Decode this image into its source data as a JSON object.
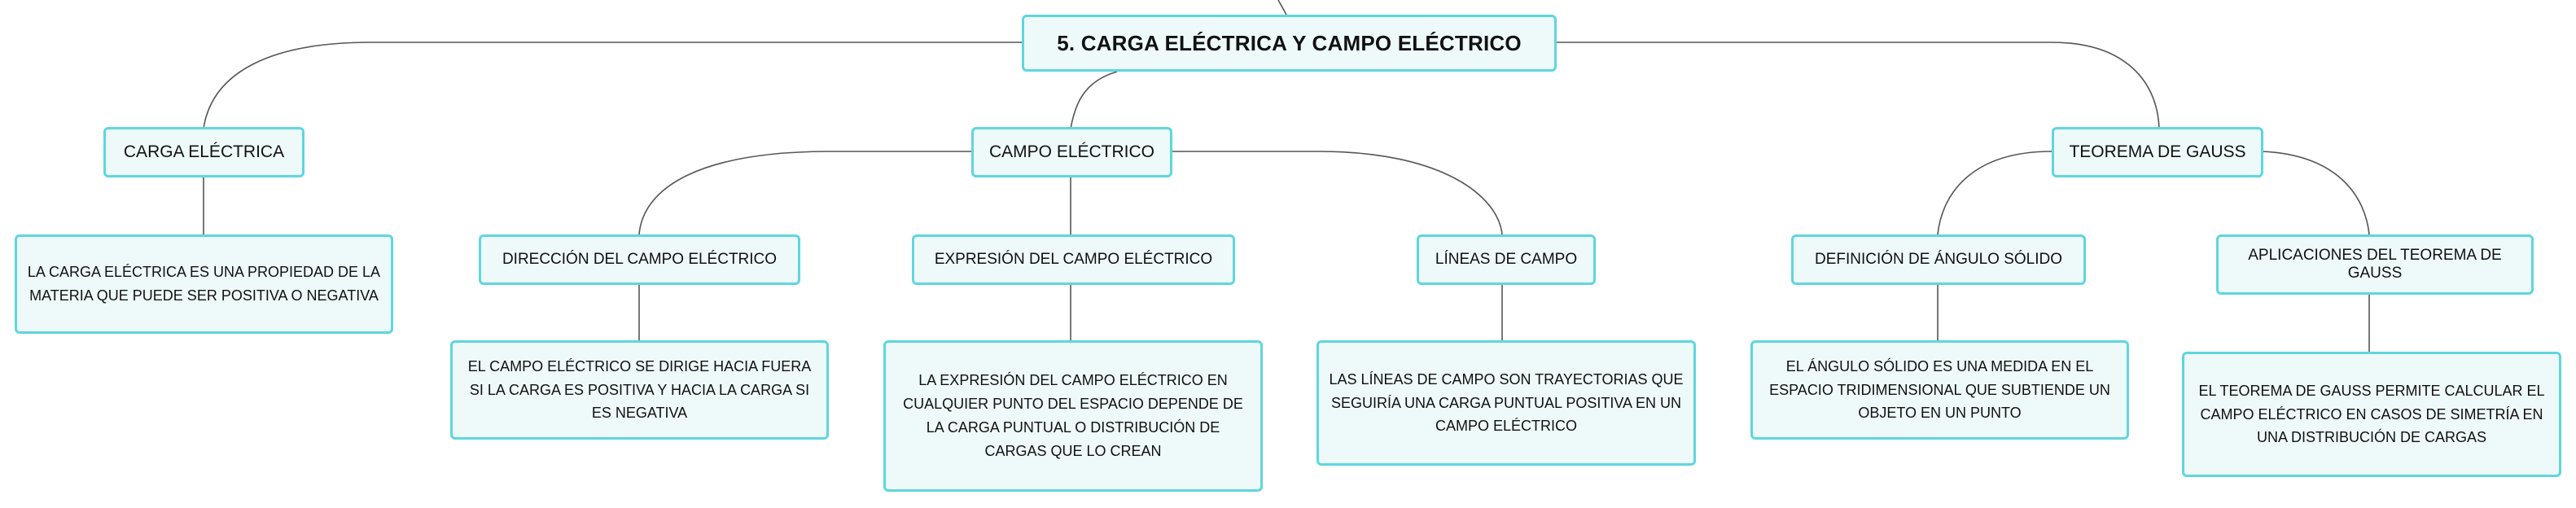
{
  "colors": {
    "node_fill": "#eefaf9",
    "node_border": "#5fd6df",
    "connector": "#555555",
    "text": "#111111"
  },
  "root": {
    "label": "5. CARGA ELÉCTRICA Y CAMPO ELÉCTRICO"
  },
  "branches": {
    "carga": {
      "label": "CARGA ELÉCTRICA",
      "detail": "LA CARGA ELÉCTRICA ES UNA PROPIEDAD DE LA MATERIA QUE PUEDE SER POSITIVA O NEGATIVA"
    },
    "campo": {
      "label": "CAMPO ELÉCTRICO",
      "direccion": {
        "label": "DIRECCIÓN DEL CAMPO ELÉCTRICO",
        "detail": "EL CAMPO ELÉCTRICO SE DIRIGE HACIA FUERA SI LA CARGA ES POSITIVA Y HACIA LA CARGA SI ES NEGATIVA"
      },
      "expresion": {
        "label": "EXPRESIÓN DEL CAMPO ELÉCTRICO",
        "detail": "LA EXPRESIÓN DEL CAMPO ELÉCTRICO EN CUALQUIER PUNTO DEL ESPACIO DEPENDE DE LA CARGA PUNTUAL O DISTRIBUCIÓN DE CARGAS QUE LO CREAN"
      },
      "lineas": {
        "label": "LÍNEAS DE CAMPO",
        "detail": "LAS LÍNEAS DE CAMPO SON TRAYECTORIAS QUE SEGUIRÍA UNA CARGA PUNTUAL POSITIVA EN UN CAMPO ELÉCTRICO"
      }
    },
    "gauss": {
      "label": "TEOREMA DE GAUSS",
      "angulo": {
        "label": "DEFINICIÓN DE ÁNGULO SÓLIDO",
        "detail": "EL ÁNGULO SÓLIDO ES UNA MEDIDA EN EL ESPACIO TRIDIMENSIONAL QUE SUBTIENDE UN OBJETO EN UN PUNTO"
      },
      "aplicaciones": {
        "label": "APLICACIONES DEL TEOREMA DE GAUSS",
        "detail": "EL TEOREMA DE GAUSS PERMITE CALCULAR EL CAMPO ELÉCTRICO EN CASOS DE SIMETRÍA EN UNA DISTRIBUCIÓN DE CARGAS"
      }
    }
  }
}
